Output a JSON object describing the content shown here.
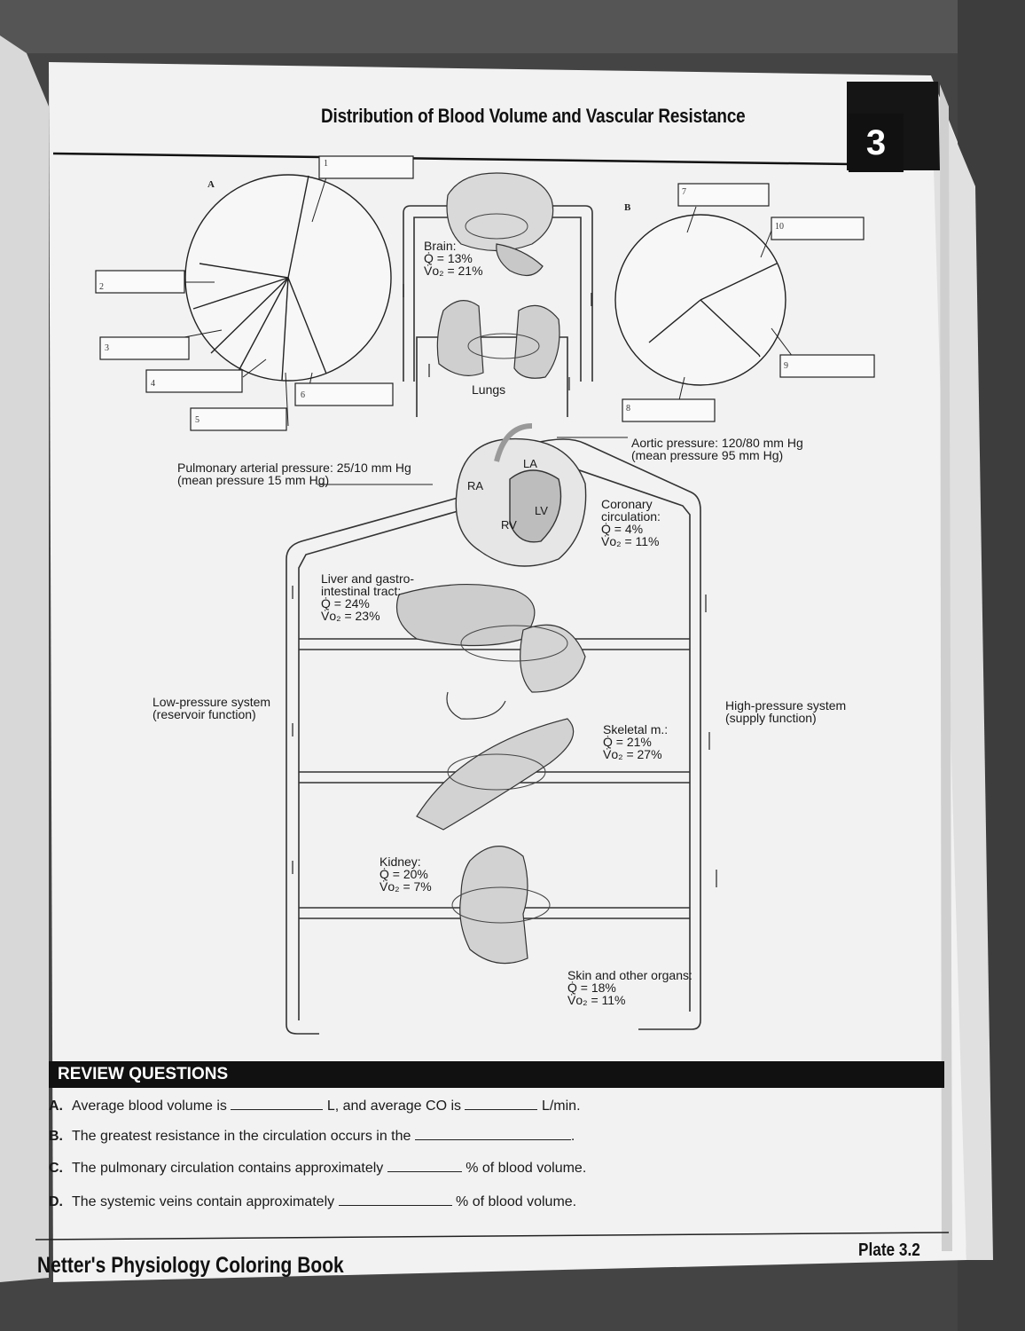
{
  "header": {
    "title": "Distribution of Blood Volume and Vascular Resistance",
    "plate_number": "3"
  },
  "diagram": {
    "chart_a_letter": "A",
    "chart_b_letter": "B",
    "callout_numbers": [
      "1",
      "2",
      "3",
      "4",
      "5",
      "6",
      "7",
      "8",
      "9",
      "10"
    ],
    "organs": {
      "brain": [
        "Brain:",
        "Q̇ = 13%",
        "V̇o₂ = 21%"
      ],
      "lungs": "Lungs",
      "coronary": [
        "Coronary",
        "circulation:",
        "Q̇ = 4%",
        "V̇o₂ = 11%"
      ],
      "liver": [
        "Liver and gastro-",
        "intestinal tract:",
        "Q̇ = 24%",
        "V̇o₂ = 23%"
      ],
      "skeletal": [
        "Skeletal m.:",
        "Q̇ = 21%",
        "V̇o₂ = 27%"
      ],
      "kidney": [
        "Kidney:",
        "Q̇ = 20%",
        "V̇o₂ = 7%"
      ],
      "skin": [
        "Skin and other organs:",
        "Q̇ = 18%",
        "V̇o₂ = 11%"
      ]
    },
    "heart_chambers": {
      "la": "LA",
      "ra": "RA",
      "lv": "LV",
      "rv": "RV"
    },
    "pressures": {
      "aortic": [
        "Aortic pressure: 120/80 mm Hg",
        "(mean pressure 95 mm Hg)"
      ],
      "pulmonary": [
        "Pulmonary arterial pressure: 25/10 mm Hg",
        "(mean pressure 15 mm Hg)"
      ]
    },
    "systems": {
      "low": [
        "Low-pressure system",
        "(reservoir function)"
      ],
      "high": [
        "High-pressure system",
        "(supply function)"
      ]
    }
  },
  "review": {
    "heading": "REVIEW QUESTIONS",
    "questions": [
      {
        "letter": "A.",
        "parts": [
          "Average blood volume is",
          "L, and average CO is",
          "L/min."
        ]
      },
      {
        "letter": "B.",
        "parts": [
          "The greatest resistance in the circulation occurs in the",
          "."
        ]
      },
      {
        "letter": "C.",
        "parts": [
          "The pulmonary circulation contains approximately",
          "% of blood volume."
        ]
      },
      {
        "letter": "D.",
        "parts": [
          "The systemic veins contain approximately",
          "% of blood volume."
        ]
      }
    ]
  },
  "footer": {
    "book_title": "Netter's Physiology Coloring Book",
    "plate": "Plate 3.2"
  }
}
